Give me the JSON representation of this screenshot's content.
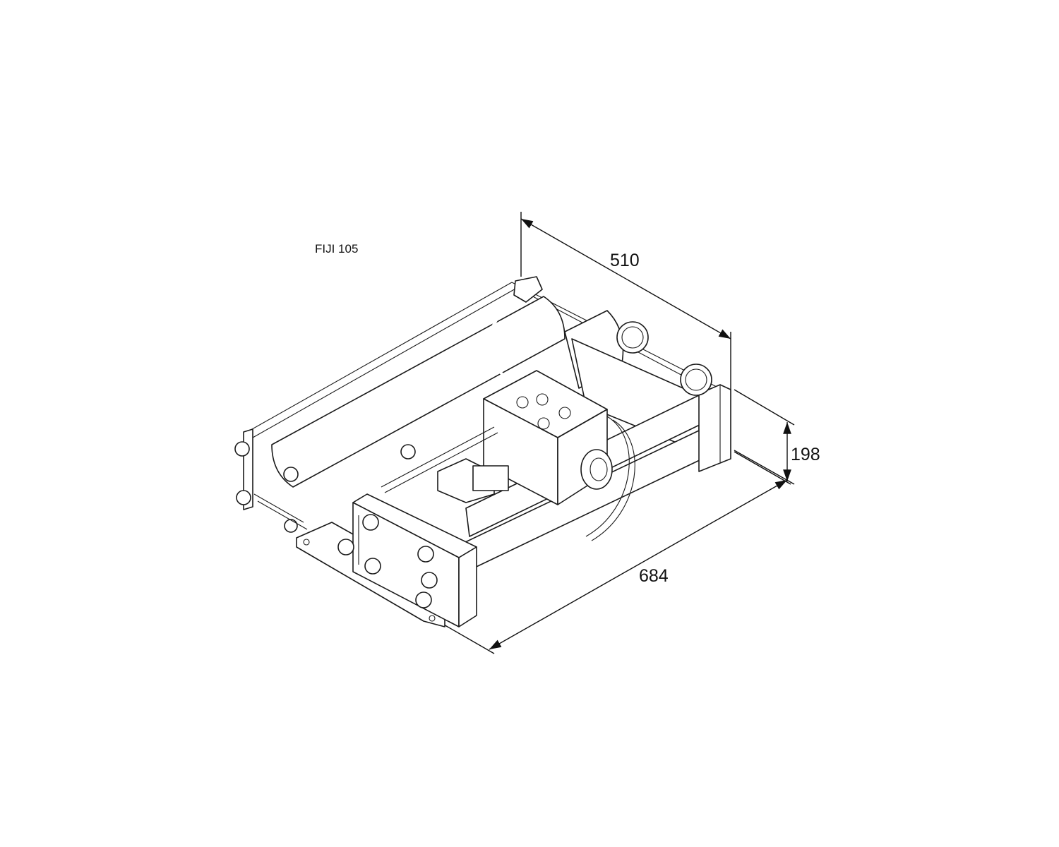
{
  "model_label": "FIJI 105",
  "dimensions": {
    "width": "510",
    "height": "198",
    "length": "684"
  },
  "colors": {
    "line": "#1a1a1a",
    "background": "#ffffff"
  }
}
